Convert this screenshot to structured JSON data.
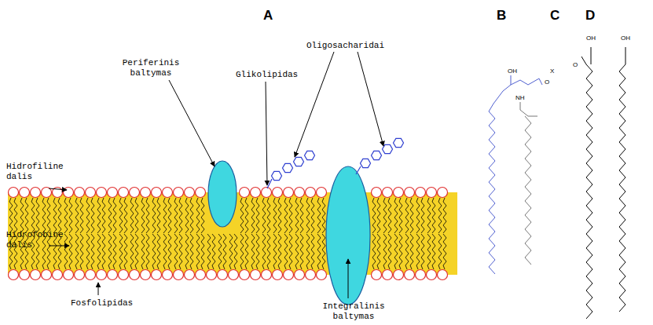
{
  "diagram": {
    "labels": [
      "A",
      "B",
      "C",
      "D",
      "Periferinis baltymas",
      "Glikolipidas",
      "Oligosacharidai",
      "Hidrofiline dalis",
      "Hidrofobine dalis",
      "Fosfolipidas",
      "Integralinis baltymas",
      "OH",
      "NH",
      "O",
      "X",
      "OH",
      "O",
      "OH"
    ]
  }
}
